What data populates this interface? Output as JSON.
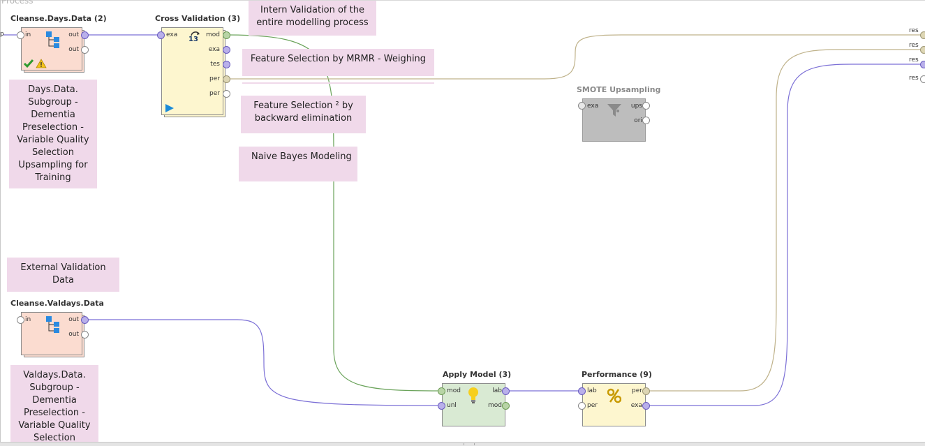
{
  "process": {
    "title": "Process"
  },
  "notes": {
    "intern_validation": "Intern Validation of the entire modelling process",
    "feature_mrmr": "Feature Selection by MRMR - Weighing",
    "feature_backward": "Feature Selection ² by backward elimination",
    "naive_bayes": "Naive Bayes Modeling",
    "days_data_desc": "Days.Data. Subgroup - Dementia Preselection - Variable Quality Selection Upsampling for Training",
    "external_validation": "External Validation Data",
    "valdays_desc": "Valdays.Data. Subgroup - Dementia Preselection - Variable Quality Selection"
  },
  "operators": {
    "cleanse_days": {
      "title": "Cleanse.Days.Data (2)",
      "ports_in": [
        "in"
      ],
      "ports_out": [
        "out",
        "out"
      ],
      "status": [
        "check-icon",
        "warning-icon"
      ]
    },
    "cross_validation": {
      "title": "Cross Validation (3)",
      "ports_in": [
        "exa"
      ],
      "ports_out": [
        "mod",
        "exa",
        "tes",
        "per",
        "per"
      ],
      "iterations_badge": "13"
    },
    "smote": {
      "title": "SMOTE Upsampling",
      "ports_in": [
        "exa"
      ],
      "ports_out": [
        "ups",
        "ori"
      ],
      "disabled": true
    },
    "cleanse_valdays": {
      "title": "Cleanse.Valdays.Data",
      "ports_in": [
        "in"
      ],
      "ports_out": [
        "out",
        "out"
      ]
    },
    "apply_model": {
      "title": "Apply Model (3)",
      "ports_in": [
        "mod",
        "unl"
      ],
      "ports_out": [
        "lab",
        "mod"
      ]
    },
    "performance": {
      "title": "Performance (9)",
      "ports_in": [
        "lab",
        "per"
      ],
      "ports_out": [
        "per",
        "exa"
      ]
    }
  },
  "left_edge_port": {
    "label": "p"
  },
  "results": [
    "res",
    "res",
    "res",
    "res"
  ],
  "colors": {
    "example_wire": "#7b6fd6",
    "model_wire": "#6aa35a",
    "performance_wire": "#bfb28a",
    "note_bg": "#f0d9ea",
    "retrieve_bg": "#fbdcd0",
    "subprocess_bg": "#fdf6cf",
    "apply_bg": "#d9ead3",
    "disabled_bg": "#bdbdbd"
  }
}
